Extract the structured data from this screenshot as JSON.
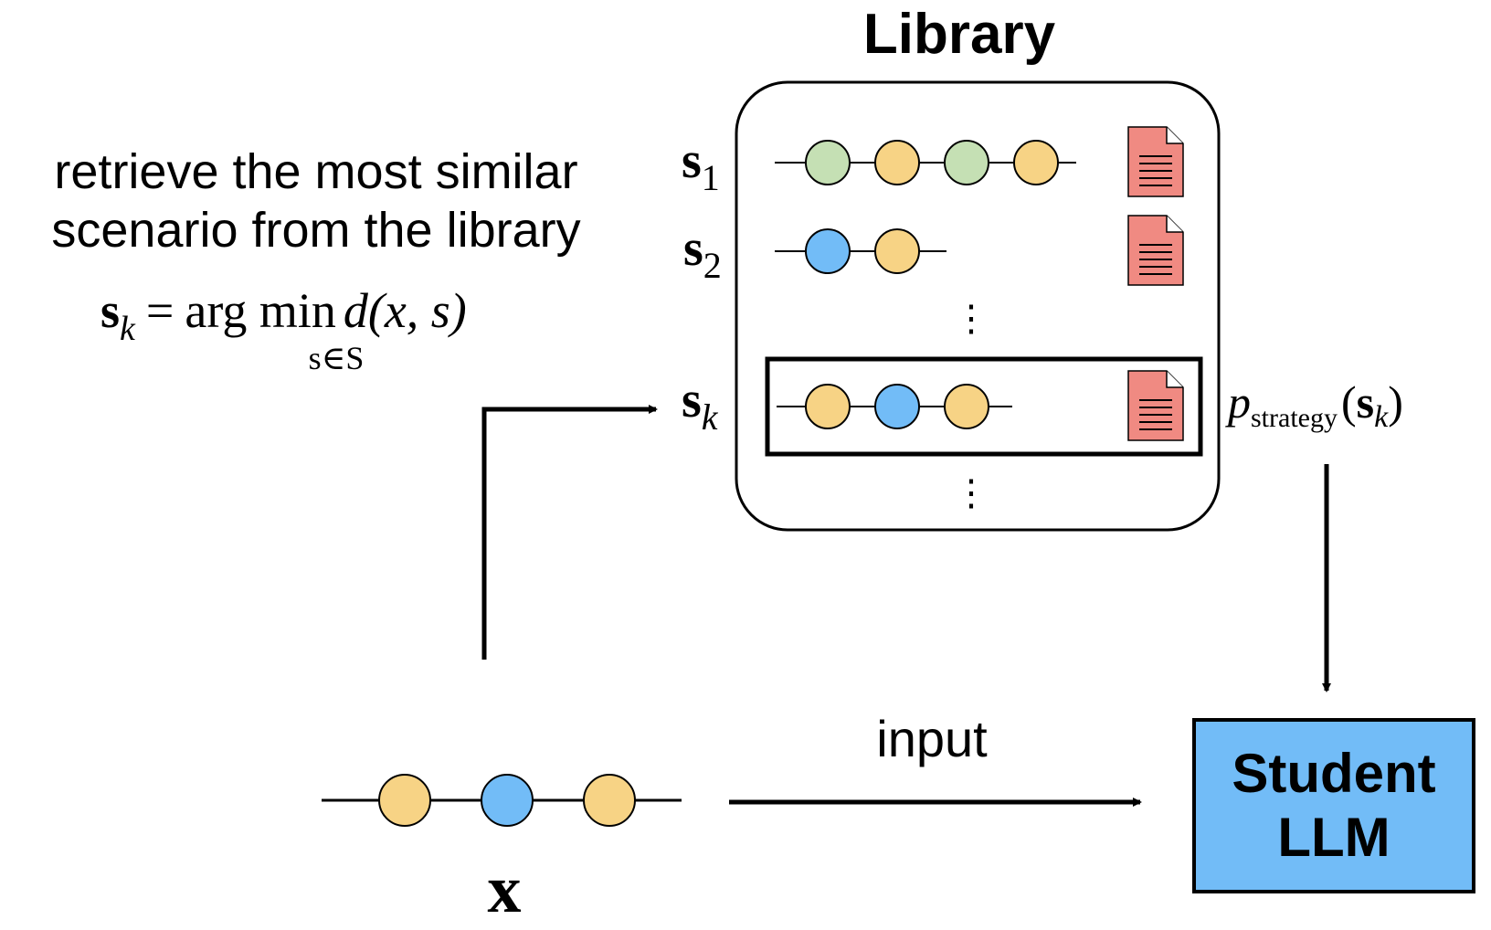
{
  "library": {
    "title": "Library",
    "rows": [
      {
        "label_base": "s",
        "label_sub": "1",
        "nodes": [
          "green",
          "yellow",
          "green",
          "yellow"
        ]
      },
      {
        "label_base": "s",
        "label_sub": "2",
        "nodes": [
          "blue",
          "yellow"
        ]
      },
      {
        "label_base": "s",
        "label_sub": "k",
        "nodes": [
          "yellow",
          "blue",
          "yellow"
        ],
        "highlighted": true
      }
    ],
    "ellipsis": "⋮"
  },
  "retrieval": {
    "caption_line1": "retrieve the most similar",
    "caption_line2": "scenario from the library",
    "formula": {
      "lhs_base": "s",
      "lhs_sub": "k",
      "equals": "=",
      "argmin": "arg min",
      "argmin_sub": "s∈S",
      "rhs": "d(x, s)"
    }
  },
  "strategy": {
    "label_base": "p",
    "label_sub": "strategy",
    "argument_base": "s",
    "argument_sub": "k"
  },
  "query": {
    "label": "x",
    "nodes": [
      "yellow",
      "blue",
      "yellow"
    ]
  },
  "edge": {
    "input_label": "input"
  },
  "student": {
    "line1": "Student",
    "line2": "LLM"
  },
  "colors": {
    "green": "#C5E0B4",
    "yellow": "#F7D385",
    "blue": "#72BCF7",
    "document": "#F08A82",
    "student_box": "#72BCF7",
    "stroke": "#000000"
  },
  "icons": {
    "document": "document-icon",
    "arrow": "arrow-icon"
  }
}
